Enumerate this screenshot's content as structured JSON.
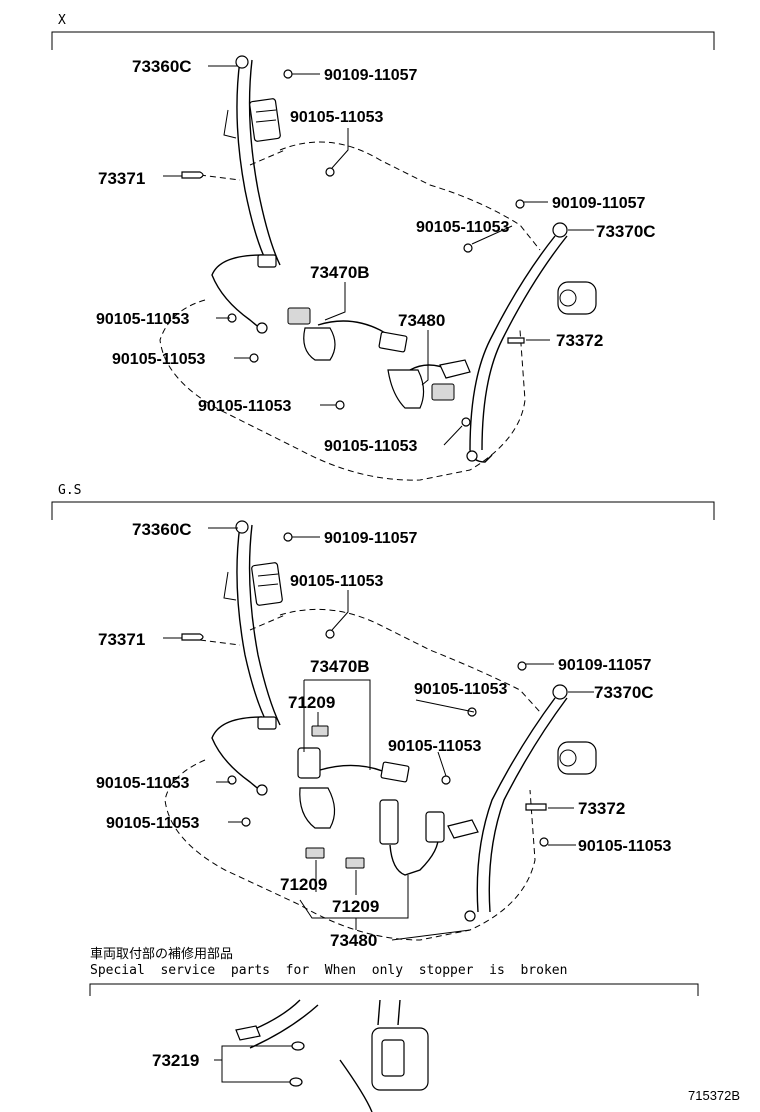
{
  "sections": {
    "top": {
      "label": "X"
    },
    "middle": {
      "label": "G.S"
    }
  },
  "labels": {
    "p73360C": "73360C",
    "p90109_11057": "90109-11057",
    "p90105_11053": "90105-11053",
    "p73371": "73371",
    "p73370C": "73370C",
    "p73470B": "73470B",
    "p73480": "73480",
    "p73372": "73372",
    "p71209": "71209",
    "p73219": "73219"
  },
  "special": {
    "japanese": "車両取付部の補修用部品",
    "english": "Special  service  parts  for  When  only  stopper  is  broken"
  },
  "figure_ref": "715372B"
}
